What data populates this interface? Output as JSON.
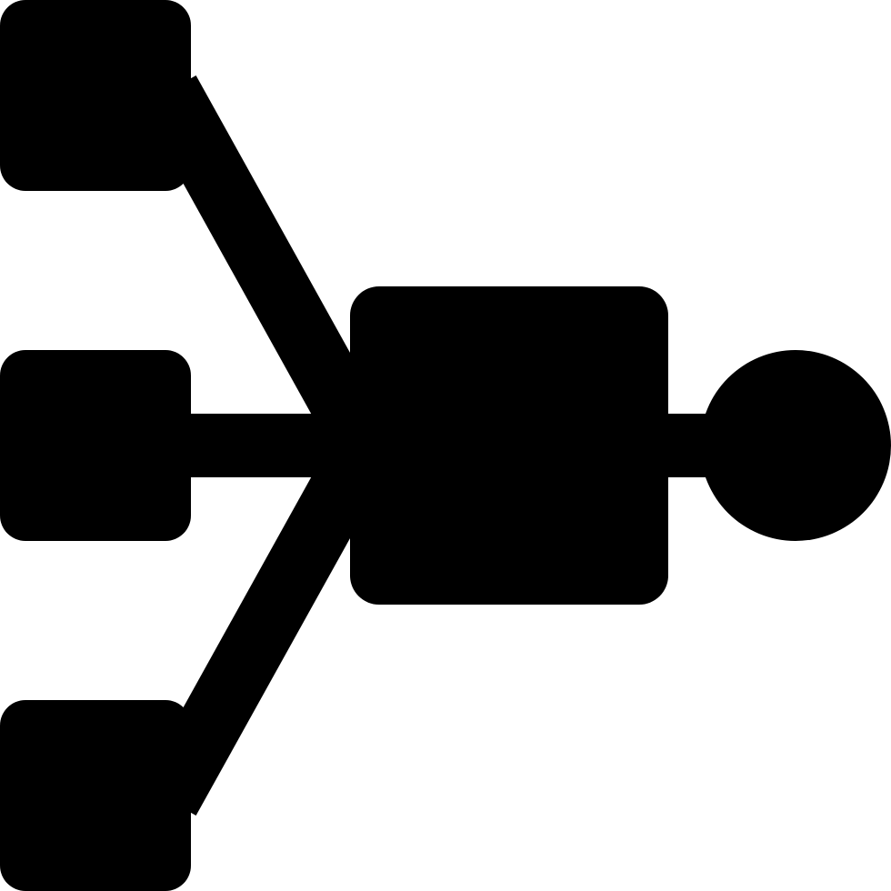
{
  "icon": {
    "name": "hierarchy-flow-icon",
    "fill_color": "#000000",
    "background_color": "#ffffff",
    "nodes": {
      "left_count": 3,
      "center_count": 1,
      "right_count": 1
    }
  }
}
